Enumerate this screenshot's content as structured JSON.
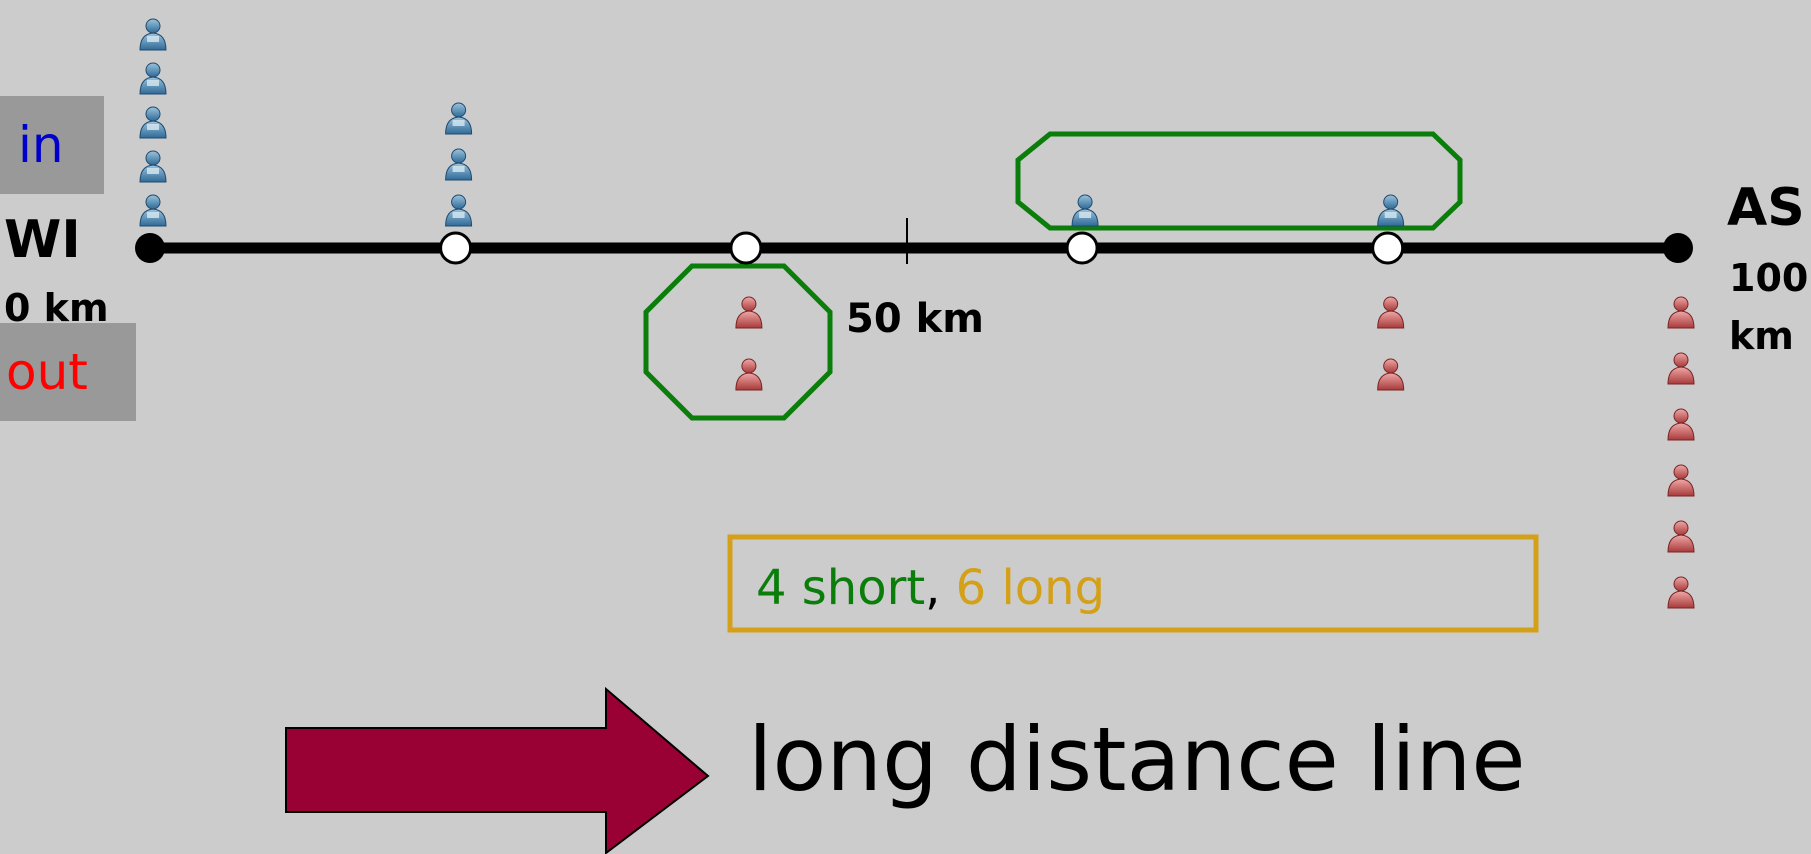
{
  "labels": {
    "in": "in",
    "out": "out",
    "station_left_name": "WI",
    "station_left_dist": "0 km",
    "station_right_name": "AS",
    "station_right_dist_line1": "100",
    "station_right_dist_line2": "km",
    "midpoint": "50 km"
  },
  "summary": {
    "short_text": "4 short",
    "separator": ", ",
    "long_text": "6 long"
  },
  "conclusion": "long distance line",
  "colors": {
    "background": "#cccccc",
    "tag_box": "#999999",
    "in_text": "#0000cc",
    "out_text": "#ff0000",
    "short_green": "#0a7d0a",
    "long_gold": "#d4a017",
    "arrow": "#990033",
    "boarding_person": "#4a7fa8",
    "alighting_person": "#c05050"
  },
  "icons": {
    "boarding": "person-boarding-icon",
    "alighting": "person-alighting-icon",
    "arrow": "right-arrow-icon"
  },
  "stops": [
    {
      "km": 0,
      "type": "terminal",
      "boarding": 5,
      "alighting": 0
    },
    {
      "km": 20,
      "type": "stop",
      "boarding": 3,
      "alighting": 0
    },
    {
      "km": 39,
      "type": "stop",
      "boarding": 0,
      "alighting": 2
    },
    {
      "km": 61,
      "type": "stop",
      "boarding": 1,
      "alighting": 0
    },
    {
      "km": 81,
      "type": "stop",
      "boarding": 1,
      "alighting": 2
    },
    {
      "km": 100,
      "type": "terminal",
      "boarding": 0,
      "alighting": 6
    }
  ]
}
